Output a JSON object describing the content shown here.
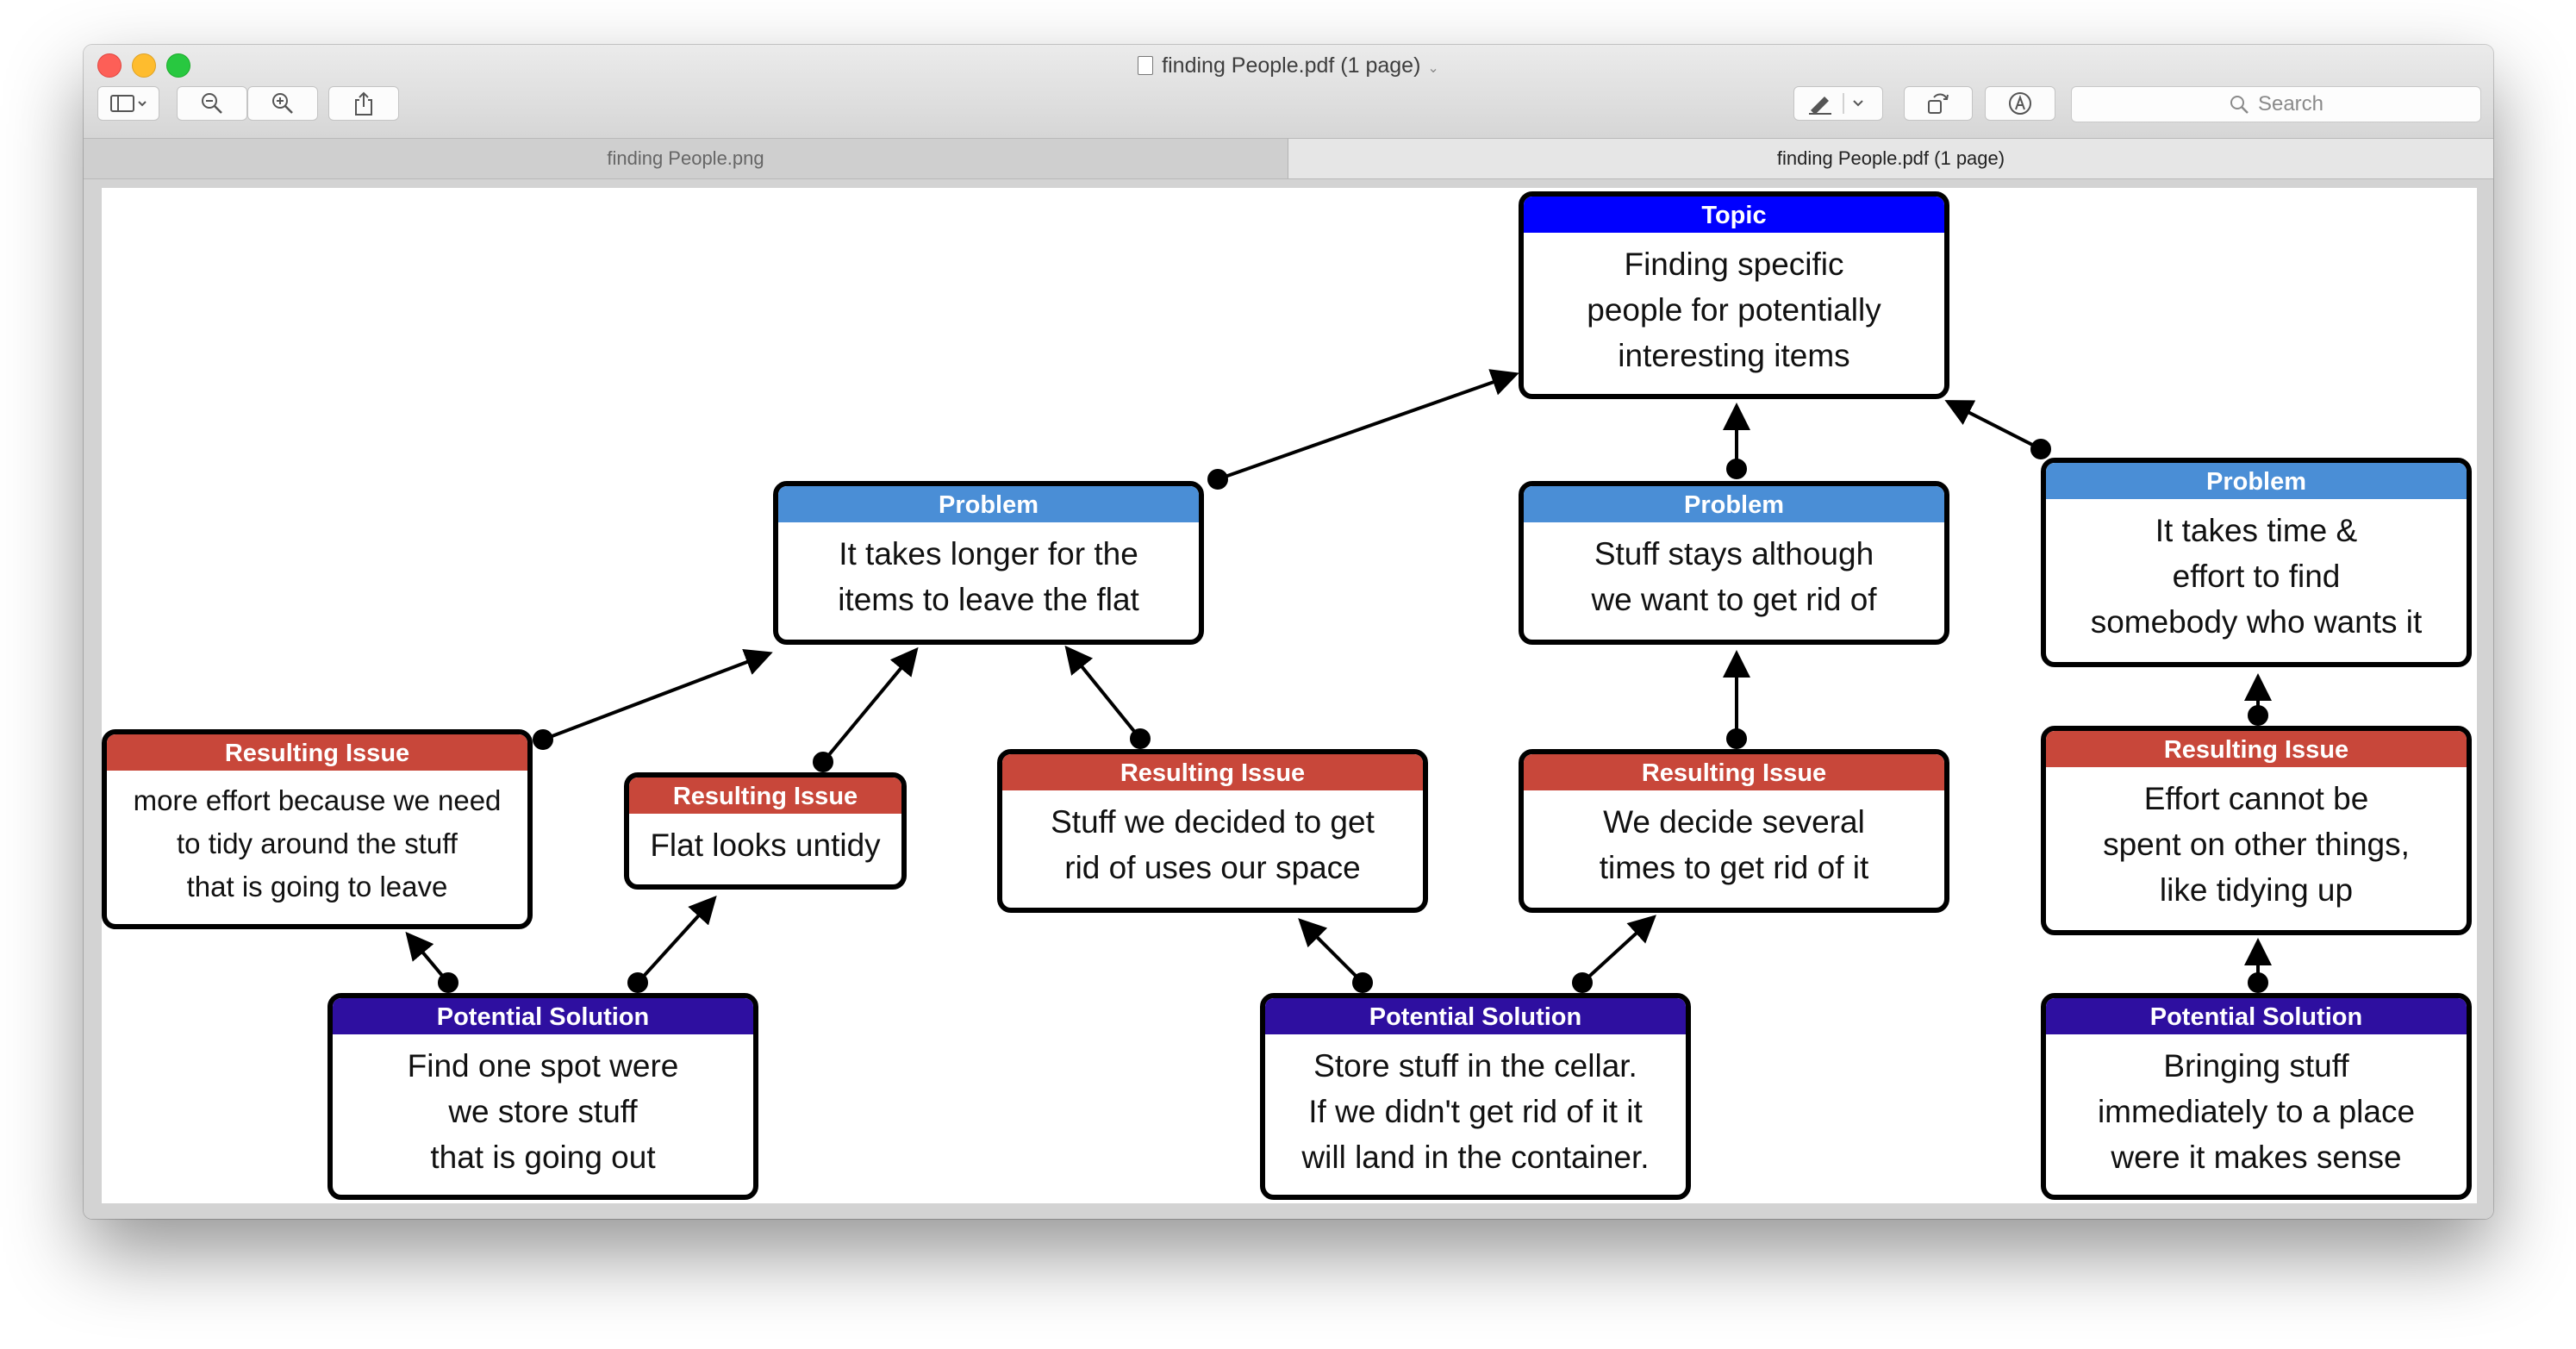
{
  "window": {
    "title": "finding People.pdf (1 page)",
    "title_chevron": "⌄"
  },
  "toolbar": {
    "sidebar_button": "sidebar-toggle",
    "zoom_out": "zoom-out",
    "zoom_in": "zoom-in",
    "share": "share",
    "markup": "markup-pen",
    "rotate": "rotate",
    "annotate": "annotate",
    "search_placeholder": "Search"
  },
  "tabs": [
    {
      "label": "finding People.png",
      "active": false
    },
    {
      "label": "finding People.pdf (1 page)",
      "active": true
    }
  ],
  "colors": {
    "topic": "#0000ff",
    "problem": "#4a8ed6",
    "resulting_issue": "#c8473a",
    "potential_solution": "#2e0fa0"
  },
  "diagram": {
    "topic": {
      "header": "Topic",
      "lines": [
        "Finding specific",
        "people for potentially",
        "interesting items"
      ]
    },
    "problems": [
      {
        "header": "Problem",
        "lines": [
          "It takes longer for the",
          "items to leave the flat"
        ]
      },
      {
        "header": "Problem",
        "lines": [
          "Stuff stays although",
          "we want to get rid of"
        ]
      },
      {
        "header": "Problem",
        "lines": [
          "It takes time &",
          "effort to find",
          "somebody who wants it"
        ]
      }
    ],
    "issues": [
      {
        "header": "Resulting Issue",
        "lines": [
          "more effort because we need",
          "to tidy around the stuff",
          "that is going to leave"
        ]
      },
      {
        "header": "Resulting Issue",
        "lines": [
          "Flat looks untidy"
        ]
      },
      {
        "header": "Resulting Issue",
        "lines": [
          "Stuff we decided to get",
          "rid of uses our space"
        ]
      },
      {
        "header": "Resulting Issue",
        "lines": [
          "We decide several",
          "times to get rid of it"
        ]
      },
      {
        "header": "Resulting Issue",
        "lines": [
          "Effort cannot be",
          "spent on other things,",
          "like tidying up"
        ]
      }
    ],
    "solutions": [
      {
        "header": "Potential Solution",
        "lines": [
          "Find one spot were",
          "we store stuff",
          "that is going out"
        ]
      },
      {
        "header": "Potential Solution",
        "lines": [
          "Store stuff in the cellar.",
          "If we didn't get rid of it it",
          "will land in the container."
        ]
      },
      {
        "header": "Potential Solution",
        "lines": [
          "Bringing stuff",
          "immediately to a place",
          "were it makes sense"
        ]
      }
    ]
  }
}
